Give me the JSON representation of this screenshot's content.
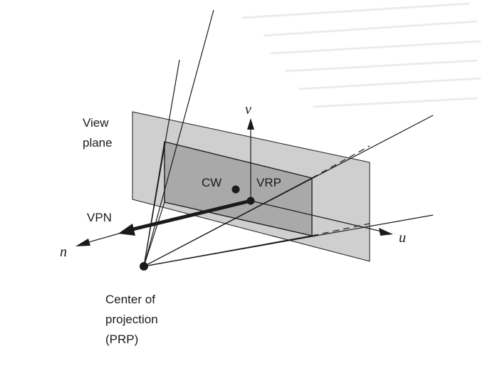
{
  "labels": {
    "view_plane_line1": "View",
    "view_plane_line2": "plane",
    "cw": "CW",
    "vrp": "VRP",
    "vpn": "VPN",
    "axis_v": "v",
    "axis_u": "u",
    "axis_n": "n",
    "cop_line1": "Center of",
    "cop_line2": "projection",
    "cop_line3": "(PRP)"
  },
  "colors": {
    "view_plane_fill": "#cfcfcf",
    "window_fill": "#a9a9a9",
    "lines": "#1a1a1a"
  }
}
